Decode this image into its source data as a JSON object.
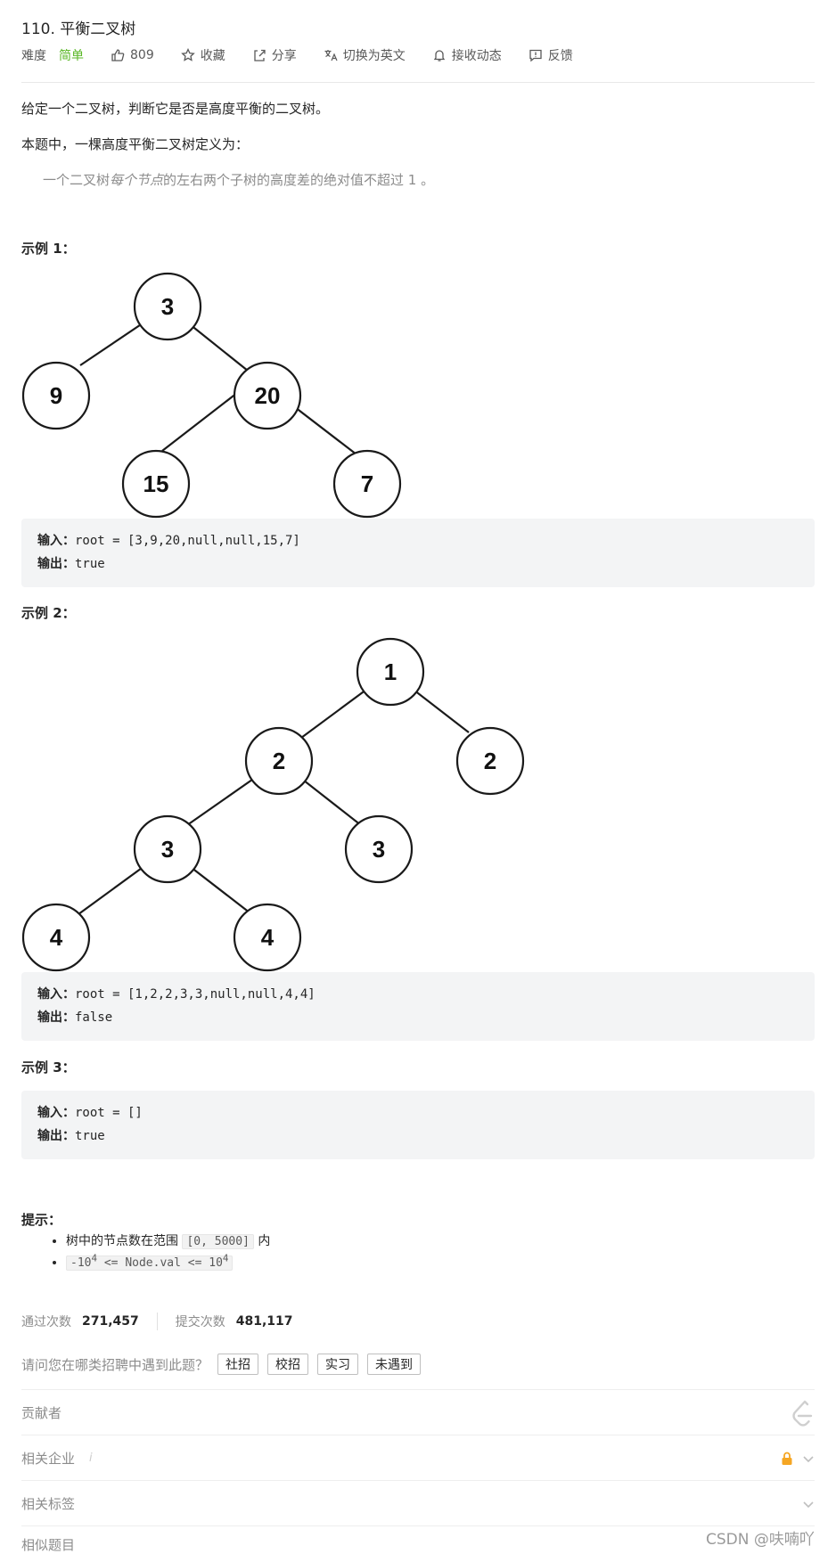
{
  "problem": {
    "title": "110. 平衡二叉树",
    "difficulty_label": "难度",
    "difficulty": "简单",
    "likes": "809",
    "actions": [
      "收藏",
      "分享",
      "切换为英文",
      "接收动态",
      "反馈"
    ]
  },
  "description": {
    "p1": "给定一个二叉树，判断它是否是高度平衡的二叉树。",
    "p2": "本题中，一棵高度平衡二叉树定义为：",
    "quote_pre": "一个二叉树",
    "quote_em": "每个节点",
    "quote_post": "的左右两个子树的高度差的绝对值不超过 1 。"
  },
  "examples": [
    {
      "heading": "示例 1：",
      "input_label": "输入：",
      "input": "root = [3,9,20,null,null,15,7]",
      "output_label": "输出：",
      "output": "true",
      "tree_nodes": [
        "3",
        "9",
        "20",
        "15",
        "7"
      ]
    },
    {
      "heading": "示例 2：",
      "input_label": "输入：",
      "input": "root = [1,2,2,3,3,null,null,4,4]",
      "output_label": "输出：",
      "output": "false",
      "tree_nodes": [
        "1",
        "2",
        "2",
        "3",
        "3",
        "4",
        "4"
      ]
    },
    {
      "heading": "示例 3：",
      "input_label": "输入：",
      "input": "root = []",
      "output_label": "输出：",
      "output": "true"
    }
  ],
  "hints": {
    "heading": "提示：",
    "h1_pre": "树中的节点数在范围 ",
    "h1_code": "[0, 5000]",
    "h1_post": " 内",
    "h2_a": "-10",
    "h2_sup1": "4",
    "h2_b": " <= Node.val <= 10",
    "h2_sup2": "4"
  },
  "stats": {
    "accepted_label": "通过次数",
    "accepted": "271,457",
    "submitted_label": "提交次数",
    "submitted": "481,117"
  },
  "recruit": {
    "question": "请问您在哪类招聘中遇到此题？",
    "options": [
      "社招",
      "校招",
      "实习",
      "未遇到"
    ]
  },
  "sections": [
    "贡献者",
    "相关企业",
    "相关标签",
    "相似题目"
  ],
  "watermark": "CSDN @呋喃吖",
  "colors": {
    "easy": "#5ab726",
    "lock": "#f5a623",
    "code_bg": "#f3f4f5"
  }
}
